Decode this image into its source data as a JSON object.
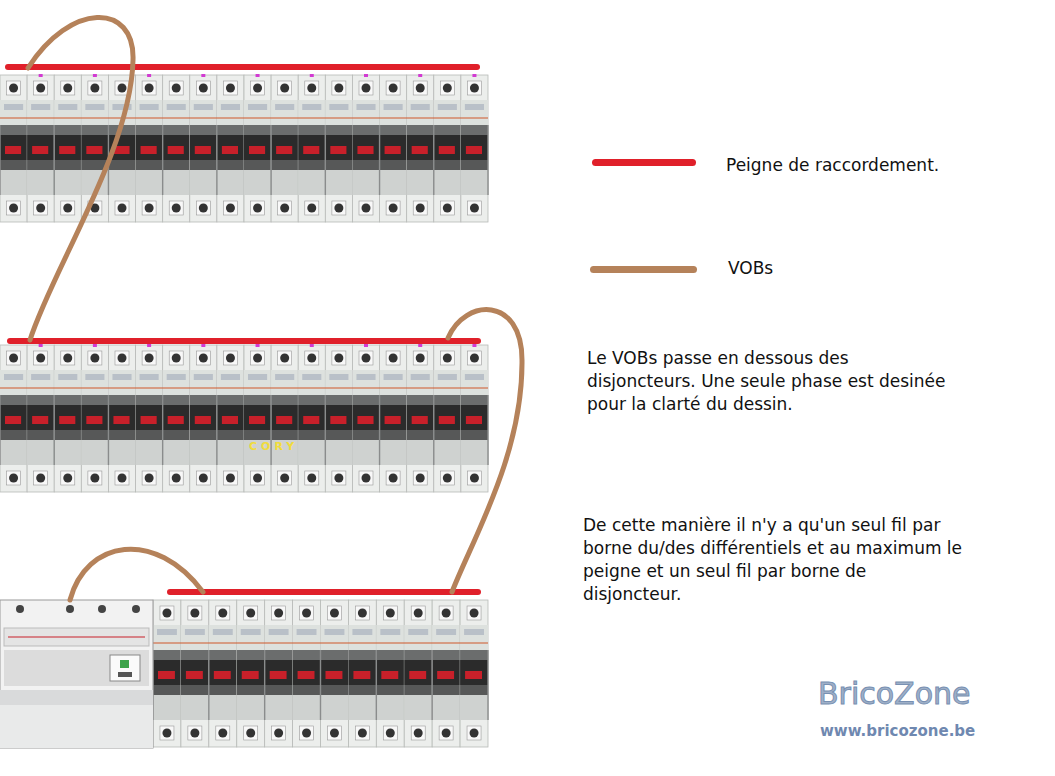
{
  "diagram": {
    "labels": [
      "Le VOBs passe en dessous des disjoncteurs. Une seule phase est desinée pour la clarté du dessin.",
      "De cette manière il n'y a qu'un seul fil par borne du/des différentiels et au maximum le peigne et un seul fil par borne de disjoncteur.",
      "CORY",
      "BricoZone",
      "www.bricozone.be"
    ],
    "legend": [
      {
        "text": "Peigne de raccordement.",
        "color": "#e0202a"
      },
      {
        "text": "VOBs",
        "color": "#b5825a"
      }
    ]
  }
}
